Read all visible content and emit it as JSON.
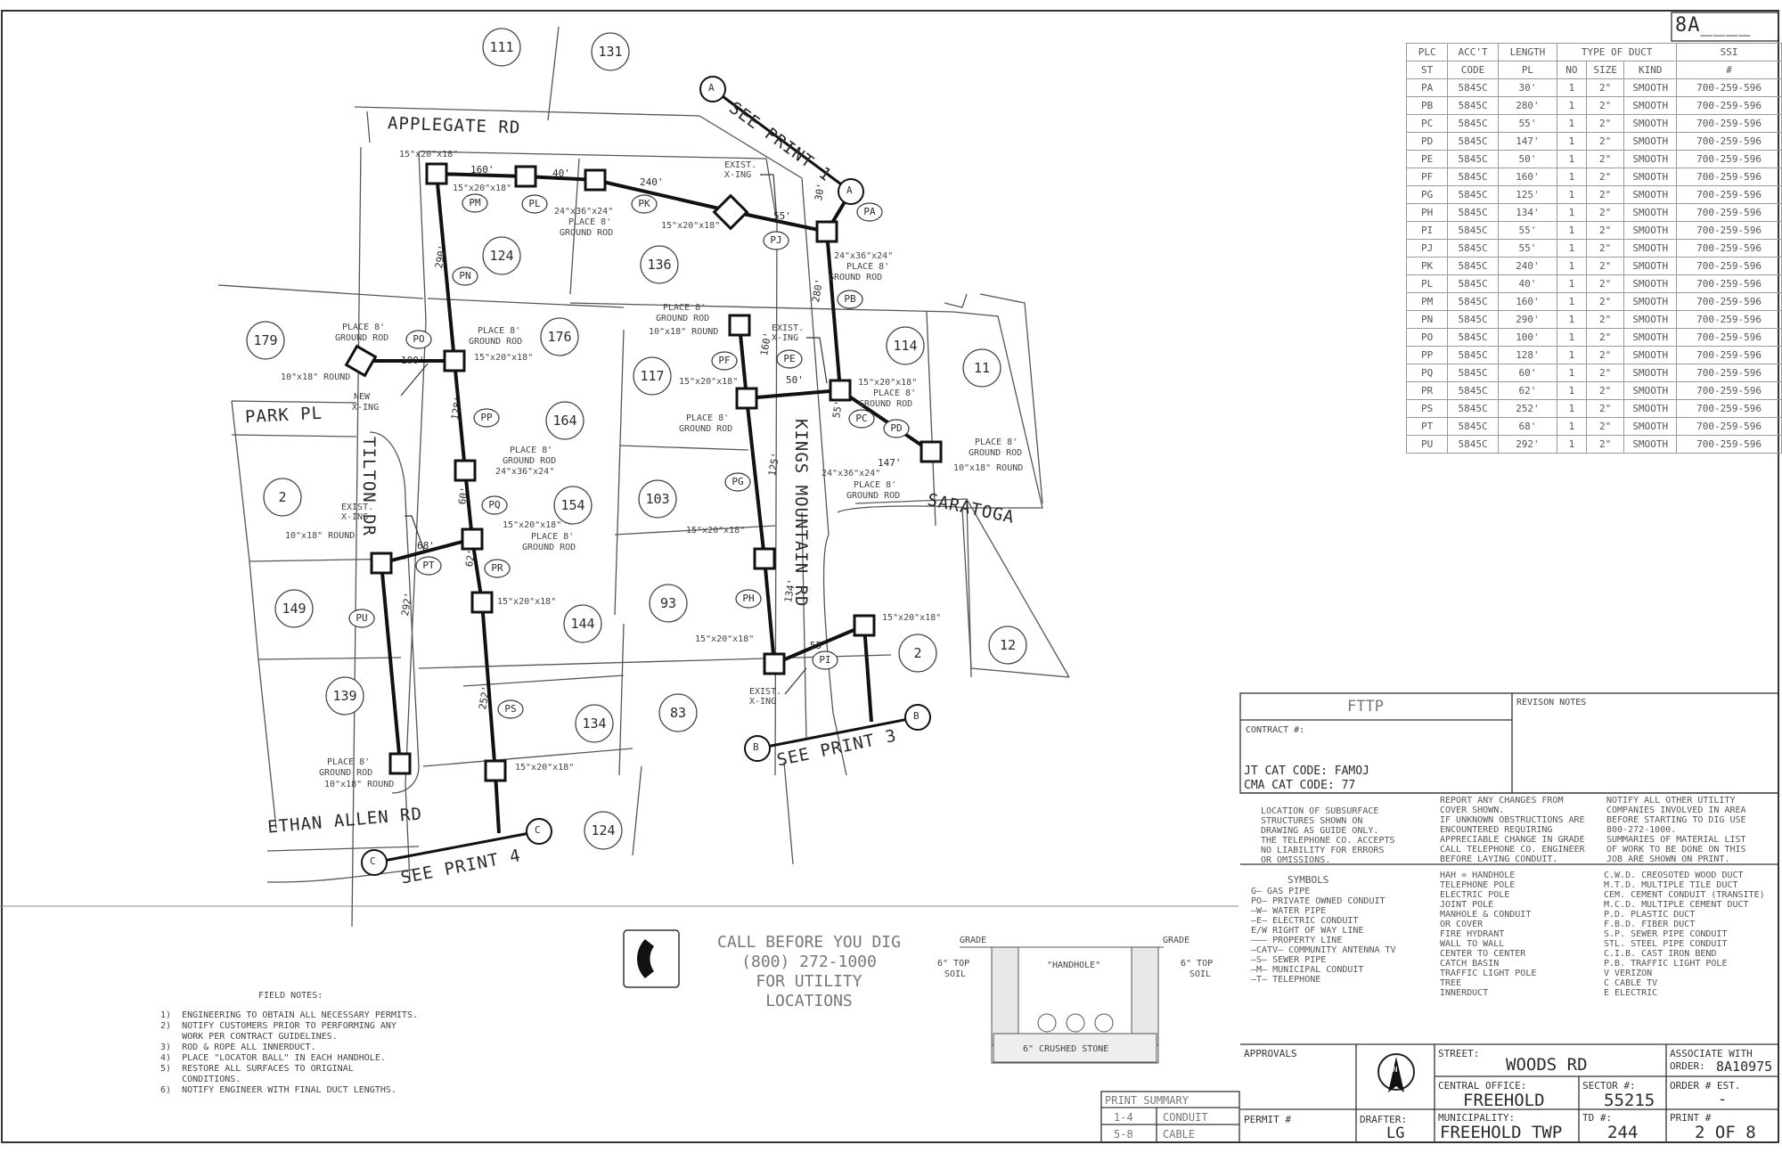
{
  "sheet_id": "8A____",
  "roads": {
    "applegate": "APPLEGATE RD",
    "park": "PARK PL",
    "tilton": "TILTON DR",
    "kings_mountain": "KINGS MOUNTAIN RD",
    "saratoga": "SARATOGA",
    "ethan_allen": "ETHAN ALLEN RD"
  },
  "see_prints": {
    "a": {
      "letter": "A",
      "text": "SEE PRINT 1"
    },
    "b": {
      "letter": "B",
      "text": "SEE PRINT 3"
    },
    "c": {
      "letter": "C",
      "text": "SEE PRINT 4"
    }
  },
  "lots": [
    "111",
    "131",
    "124",
    "136",
    "179",
    "176",
    "117",
    "114",
    "11",
    "164",
    "2",
    "154",
    "103",
    "149",
    "144",
    "93",
    "2",
    "12",
    "139",
    "134",
    "83",
    "124"
  ],
  "placements": [
    "PA",
    "PB",
    "PC",
    "PD",
    "PE",
    "PF",
    "PG",
    "PH",
    "PI",
    "PJ",
    "PK",
    "PL",
    "PM",
    "PN",
    "PO",
    "PP",
    "PQ",
    "PR",
    "PS",
    "PT",
    "PU"
  ],
  "lengths": [
    "160'",
    "40'",
    "240'",
    "55'",
    "30'",
    "290'",
    "100'",
    "128'",
    "60'",
    "62'",
    "252'",
    "292'",
    "68'",
    "160'",
    "125'",
    "134'",
    "50'",
    "280'",
    "55'",
    "147'",
    "55'"
  ],
  "annotations": {
    "hh_15x20": "15\"x20\"x18\"",
    "hh_24x36": "24\"x36\"x24\"",
    "round_10x18": "10\"x18\" ROUND",
    "place_ground_rod_1": "PLACE 8'",
    "place_ground_rod_2": "GROUND ROD",
    "exist": "EXIST.",
    "xing": "X-ING",
    "new": "NEW"
  },
  "schedule": {
    "header1": [
      "PLC",
      "ACC'T",
      "LENGTH",
      "TYPE OF DUCT",
      "SSI"
    ],
    "header2": [
      "ST",
      "CODE",
      "PL",
      "NO",
      "SIZE",
      "KIND",
      "#"
    ],
    "rows": [
      [
        "PA",
        "5845C",
        "30'",
        "1",
        "2\"",
        "SMOOTH",
        "700-259-596"
      ],
      [
        "PB",
        "5845C",
        "280'",
        "1",
        "2\"",
        "SMOOTH",
        "700-259-596"
      ],
      [
        "PC",
        "5845C",
        "55'",
        "1",
        "2\"",
        "SMOOTH",
        "700-259-596"
      ],
      [
        "PD",
        "5845C",
        "147'",
        "1",
        "2\"",
        "SMOOTH",
        "700-259-596"
      ],
      [
        "PE",
        "5845C",
        "50'",
        "1",
        "2\"",
        "SMOOTH",
        "700-259-596"
      ],
      [
        "PF",
        "5845C",
        "160'",
        "1",
        "2\"",
        "SMOOTH",
        "700-259-596"
      ],
      [
        "PG",
        "5845C",
        "125'",
        "1",
        "2\"",
        "SMOOTH",
        "700-259-596"
      ],
      [
        "PH",
        "5845C",
        "134'",
        "1",
        "2\"",
        "SMOOTH",
        "700-259-596"
      ],
      [
        "PI",
        "5845C",
        "55'",
        "1",
        "2\"",
        "SMOOTH",
        "700-259-596"
      ],
      [
        "PJ",
        "5845C",
        "55'",
        "1",
        "2\"",
        "SMOOTH",
        "700-259-596"
      ],
      [
        "PK",
        "5845C",
        "240'",
        "1",
        "2\"",
        "SMOOTH",
        "700-259-596"
      ],
      [
        "PL",
        "5845C",
        "40'",
        "1",
        "2\"",
        "SMOOTH",
        "700-259-596"
      ],
      [
        "PM",
        "5845C",
        "160'",
        "1",
        "2\"",
        "SMOOTH",
        "700-259-596"
      ],
      [
        "PN",
        "5845C",
        "290'",
        "1",
        "2\"",
        "SMOOTH",
        "700-259-596"
      ],
      [
        "PO",
        "5845C",
        "100'",
        "1",
        "2\"",
        "SMOOTH",
        "700-259-596"
      ],
      [
        "PP",
        "5845C",
        "128'",
        "1",
        "2\"",
        "SMOOTH",
        "700-259-596"
      ],
      [
        "PQ",
        "5845C",
        "60'",
        "1",
        "2\"",
        "SMOOTH",
        "700-259-596"
      ],
      [
        "PR",
        "5845C",
        "62'",
        "1",
        "2\"",
        "SMOOTH",
        "700-259-596"
      ],
      [
        "PS",
        "5845C",
        "252'",
        "1",
        "2\"",
        "SMOOTH",
        "700-259-596"
      ],
      [
        "PT",
        "5845C",
        "68'",
        "1",
        "2\"",
        "SMOOTH",
        "700-259-596"
      ],
      [
        "PU",
        "5845C",
        "292'",
        "1",
        "2\"",
        "SMOOTH",
        "700-259-596"
      ]
    ]
  },
  "fttp": {
    "title": "FTTP",
    "contract": "CONTRACT #:",
    "revision": "REVISON NOTES",
    "jt": "JT CAT CODE: FAMOJ",
    "cma": "CMA CAT CODE: 77"
  },
  "notes": {
    "location": [
      "LOCATION OF SUBSURFACE",
      "STRUCTURES SHOWN ON",
      "DRAWING AS GUIDE ONLY.",
      "THE TELEPHONE CO. ACCEPTS",
      "NO LIABILITY FOR ERRORS",
      "OR OMISSIONS."
    ],
    "report": [
      "REPORT ANY CHANGES FROM",
      "COVER SHOWN.",
      "IF UNKNOWN OBSTRUCTIONS ARE",
      "ENCOUNTERED REQUIRING",
      "APPRECIABLE CHANGE IN GRADE",
      "CALL TELEPHONE CO. ENGINEER",
      "BEFORE LAYING CONDUIT."
    ],
    "notify": [
      "NOTIFY ALL OTHER UTILITY",
      "COMPANIES INVOLVED IN AREA",
      "BEFORE STARTING TO DIG USE",
      "800-272-1000.",
      "SUMMARIES OF MATERIAL LIST",
      "OF WORK TO BE DONE ON THIS",
      "JOB ARE SHOWN ON PRINT."
    ]
  },
  "symbols": {
    "title": "SYMBOLS",
    "lines": [
      "G—  GAS PIPE",
      "PO— PRIVATE OWNED CONDUIT",
      "—W—  WATER PIPE",
      "—E—  ELECTRIC CONDUIT",
      "E/W  RIGHT OF WAY LINE",
      "———  PROPERTY LINE",
      "—CATV— COMMUNITY ANTENNA TV",
      "—S—  SEWER PIPE",
      "—M—  MUNICIPAL CONDUIT",
      "—T—  TELEPHONE"
    ],
    "mid": [
      "HAH = HANDHOLE",
      "TELEPHONE POLE",
      "ELECTRIC POLE",
      "JOINT POLE",
      "MANHOLE & CONDUIT",
      "OR  COVER",
      "FIRE HYDRANT",
      "WALL TO WALL",
      "CENTER TO CENTER",
      "CATCH BASIN",
      "TRAFFIC LIGHT POLE",
      "TREE",
      "INNERDUCT"
    ],
    "right": [
      "C.W.D. CREOSOTED WOOD DUCT",
      "M.T.D. MULTIPLE TILE DUCT",
      "CEM.  CEMENT CONDUIT (TRANSITE)",
      "M.C.D. MULTIPLE CEMENT DUCT",
      "P.D.  PLASTIC DUCT",
      "F.B.D. FIBER DUCT",
      "S.P.  SEWER PIPE CONDUIT",
      "STL.  STEEL PIPE CONDUIT",
      "C.I.B. CAST IRON BEND",
      "P.B.  TRAFFIC LIGHT POLE",
      "V     VERIZON",
      "C     CABLE TV",
      "E     ELECTRIC"
    ]
  },
  "call": [
    "CALL BEFORE YOU DIG",
    "(800) 272-1000",
    "FOR UTILITY",
    "LOCATIONS"
  ],
  "section": {
    "grade": "GRADE",
    "topsoil_l": "6\" TOP",
    "soil": "SOIL",
    "handhole": "\"HANDHOLE\"",
    "stone": "6\" CRUSHED STONE"
  },
  "field_notes": {
    "title": "FIELD NOTES:",
    "lines": [
      "1)  ENGINEERING TO OBTAIN ALL NECESSARY PERMITS.",
      "2)  NOTIFY CUSTOMERS PRIOR TO PERFORMING ANY",
      "    WORK PER CONTRACT GUIDELINES.",
      "3)  ROD & ROPE ALL INNERDUCT.",
      "4)  PLACE \"LOCATOR BALL\" IN EACH HANDHOLE.",
      "5)  RESTORE ALL SURFACES TO ORIGINAL",
      "    CONDITIONS.",
      "6)  NOTIFY ENGINEER WITH FINAL DUCT LENGTHS."
    ]
  },
  "print_summary": {
    "title": "PRINT SUMMARY",
    "rows": [
      [
        "1-4",
        "CONDUIT"
      ],
      [
        "5-8",
        "CABLE"
      ]
    ]
  },
  "title_block": {
    "approvals": "APPROVALS",
    "permit": "PERMIT #",
    "drafter_label": "DRAFTER:",
    "drafter": "LG",
    "street_label": "STREET:",
    "street": "WOODS RD",
    "associate_label": "ASSOCIATE WITH",
    "order_label": "ORDER:",
    "order": "8A10975",
    "co_label": "CENTRAL OFFICE:",
    "co": "FREEHOLD",
    "sector_label": "SECTOR #:",
    "sector": "55215",
    "order_est_label": "ORDER # EST.",
    "order_est": "-",
    "muni_label": "MUNICIPALITY:",
    "muni": "FREEHOLD TWP",
    "td_label": "TD #:",
    "td": "244",
    "print_label": "PRINT #",
    "print": "2 OF 8",
    "north": "N"
  }
}
